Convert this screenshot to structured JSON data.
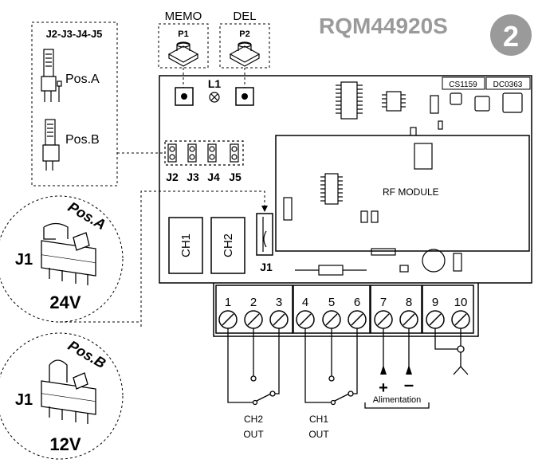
{
  "header": {
    "model": "RQM44920S",
    "step_number": "2"
  },
  "buttons": {
    "memo": {
      "title": "MEMO",
      "id": "P1"
    },
    "del": {
      "title": "DEL",
      "id": "P2"
    }
  },
  "led": {
    "label": "L1"
  },
  "board_labels": {
    "code1": "CS1159",
    "code2": "DC0363",
    "rf_module": "RF MODULE"
  },
  "relays": {
    "ch1": "CH1",
    "ch2": "CH2"
  },
  "jumper_group": {
    "title": "J2-J3-J4-J5",
    "pos_a": "Pos.A",
    "pos_b": "Pos.B",
    "jumpers": [
      "J2",
      "J3",
      "J4",
      "J5"
    ]
  },
  "j1": {
    "label": "J1",
    "pos_a": {
      "tag": "Pos.A",
      "voltage": "24V"
    },
    "pos_b": {
      "tag": "Pos.B",
      "voltage": "12V"
    }
  },
  "terminals": [
    "1",
    "2",
    "3",
    "4",
    "5",
    "6",
    "7",
    "8",
    "9",
    "10"
  ],
  "outputs": {
    "ch2_name": "CH2",
    "ch2_out": "OUT",
    "ch1_name": "CH1",
    "ch1_out": "OUT",
    "plus": "+",
    "minus": "–",
    "power": "Alimentation"
  }
}
